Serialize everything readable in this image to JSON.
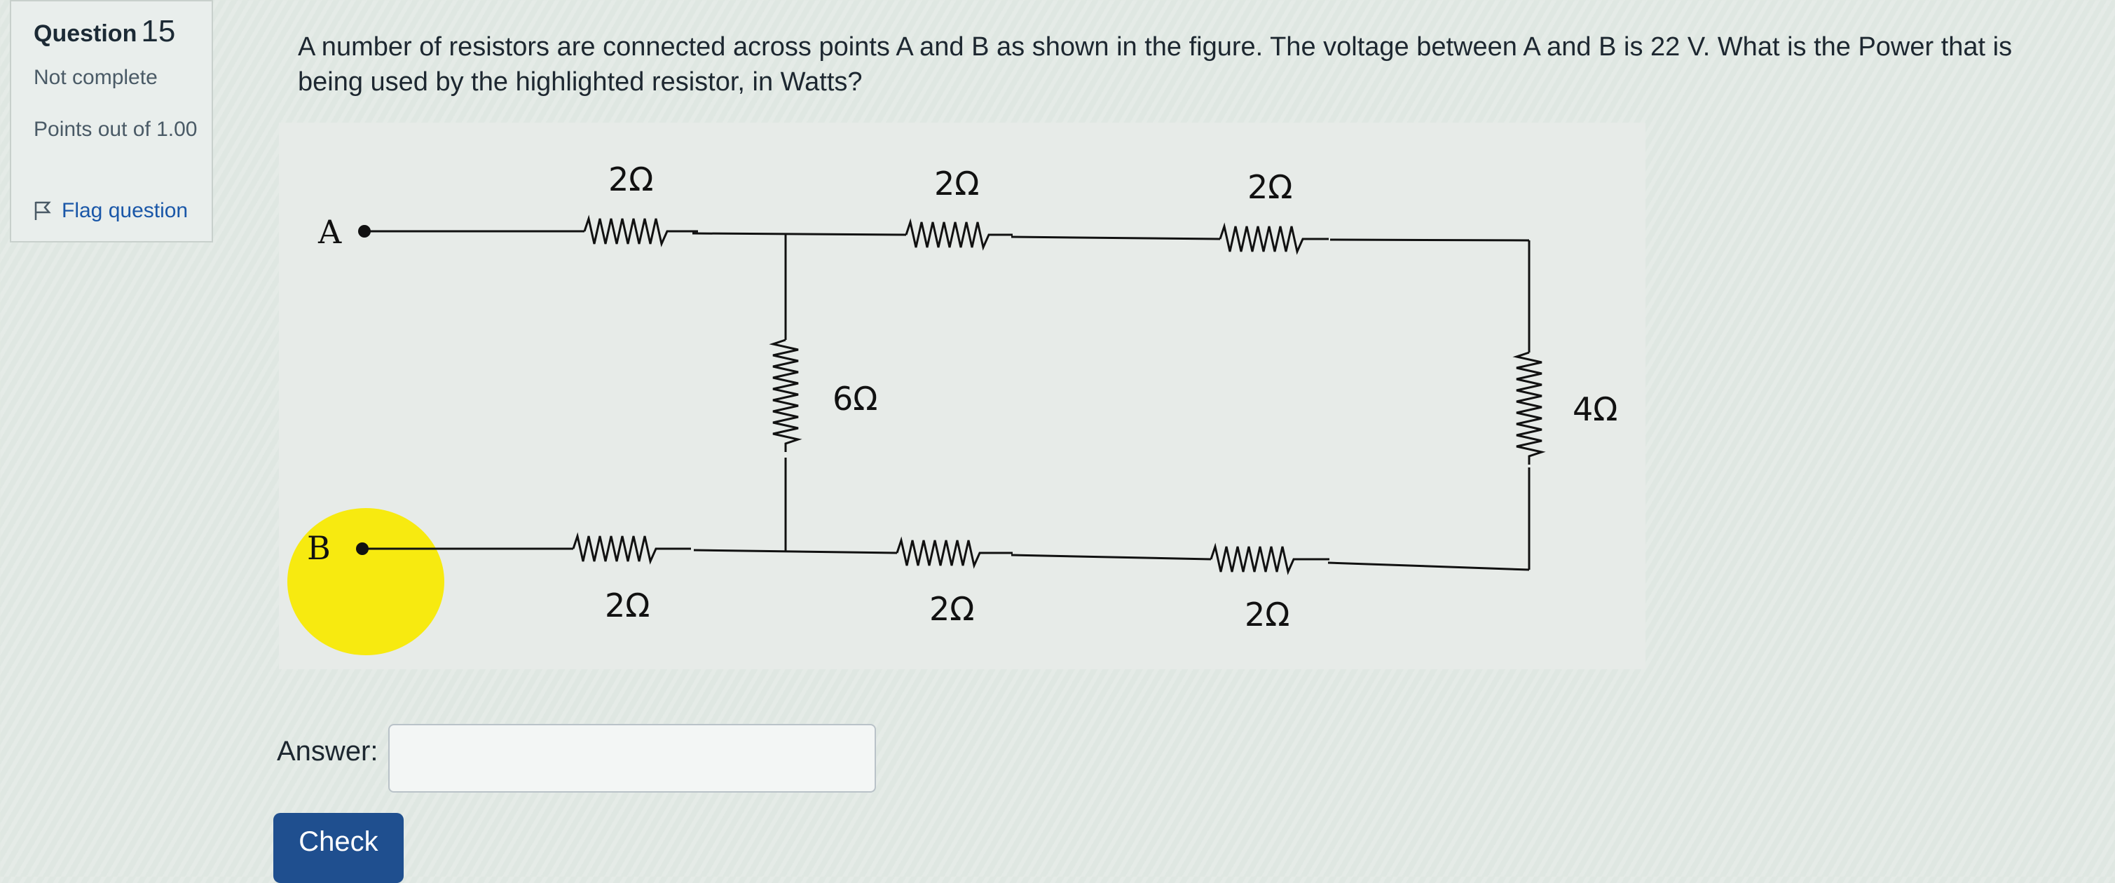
{
  "question_info": {
    "label": "Question",
    "number": "15",
    "state": "Not complete",
    "grade": "Points out of 1.00",
    "flag_label": "Flag question",
    "flag_icon": "flag-outline-icon"
  },
  "question": {
    "text": "A number of resistors are connected across points A and B as shown in the figure.  The voltage between A and B is 22 V.  What is the Power that is being used by the highlighted resistor,  in Watts?"
  },
  "circuit": {
    "node_a": "A",
    "node_b": "B",
    "top_left": "2Ω",
    "top_middle": "2Ω",
    "top_right": "2Ω",
    "middle_vertical": "6Ω",
    "right_vertical": "4Ω",
    "bottom_left": "2Ω",
    "bottom_middle": "2Ω",
    "bottom_right": "2Ω",
    "highlight_color": "#f7ea10"
  },
  "answer": {
    "label": "Answer:",
    "value": ""
  },
  "check_button": "Check"
}
